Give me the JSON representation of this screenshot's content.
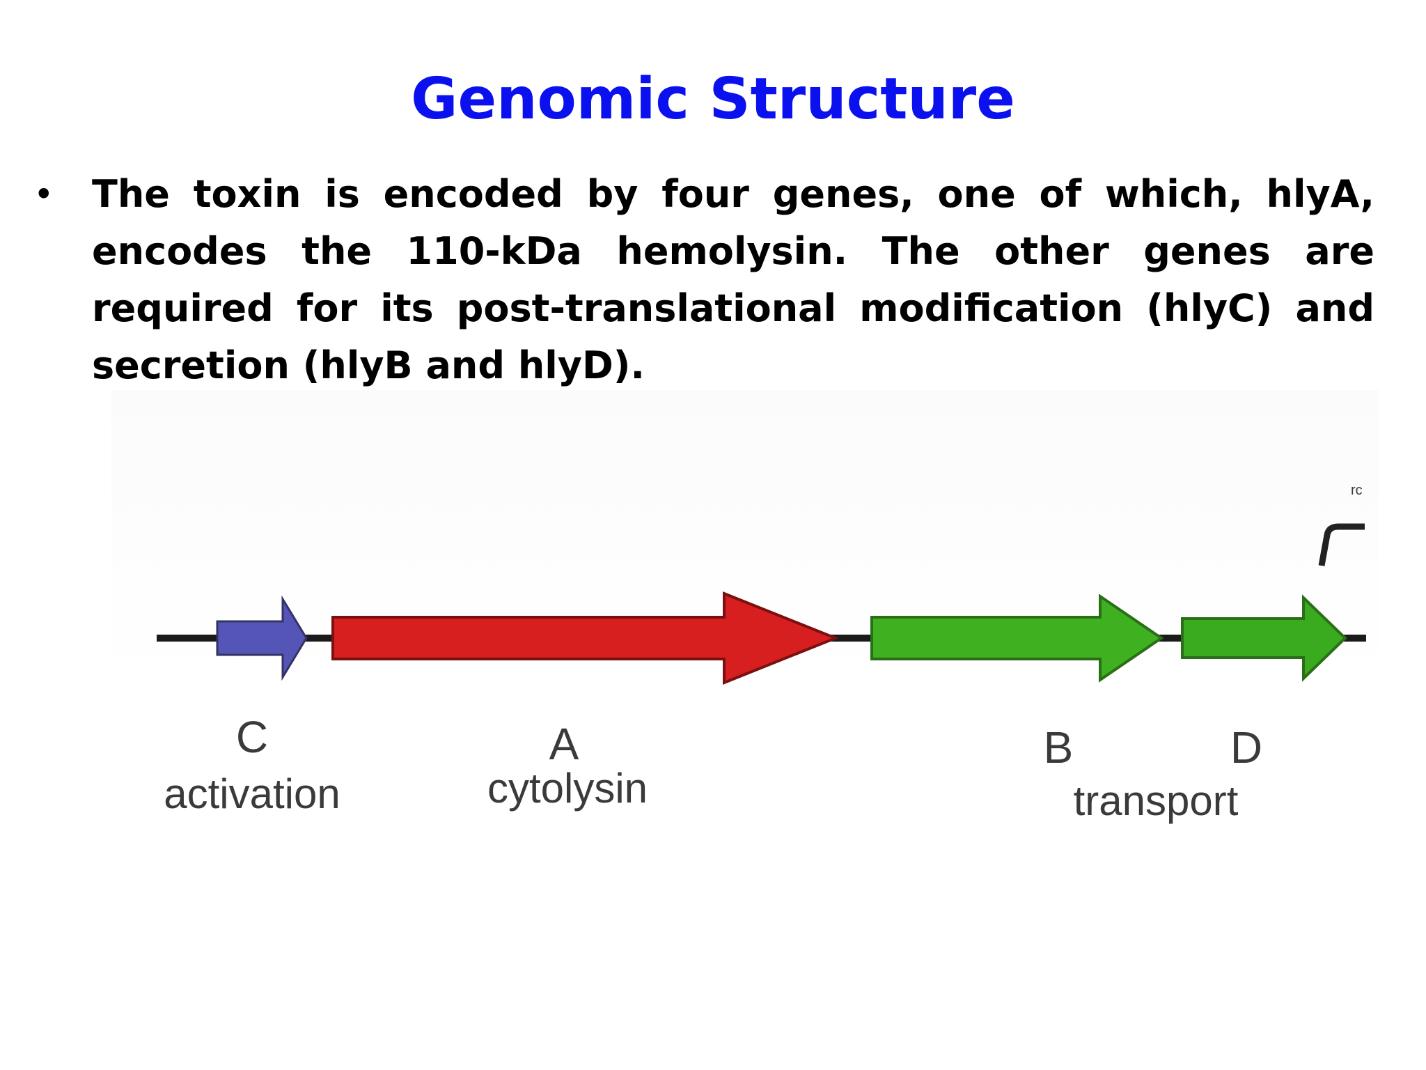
{
  "slide": {
    "title": "Genomic Structure",
    "bullet": "The toxin is encoded by four genes, one of which, hlyA, encodes the 110-kDa hemolysin. The other genes are required for its post-translational modification (hlyC) and secretion (hlyB and hlyD)."
  },
  "diagram": {
    "genes": [
      {
        "letter": "C",
        "color": "#5555b8"
      },
      {
        "letter": "A",
        "color": "#d81f1f"
      },
      {
        "letter": "B",
        "color": "#3fb020"
      },
      {
        "letter": "D",
        "color": "#3aaa1e"
      }
    ],
    "functions": {
      "activation": "activation",
      "cytolysin": "cytolysin",
      "transport": "transport"
    },
    "corner_mark": "rc",
    "backbone_color": "#1a1a1a"
  }
}
